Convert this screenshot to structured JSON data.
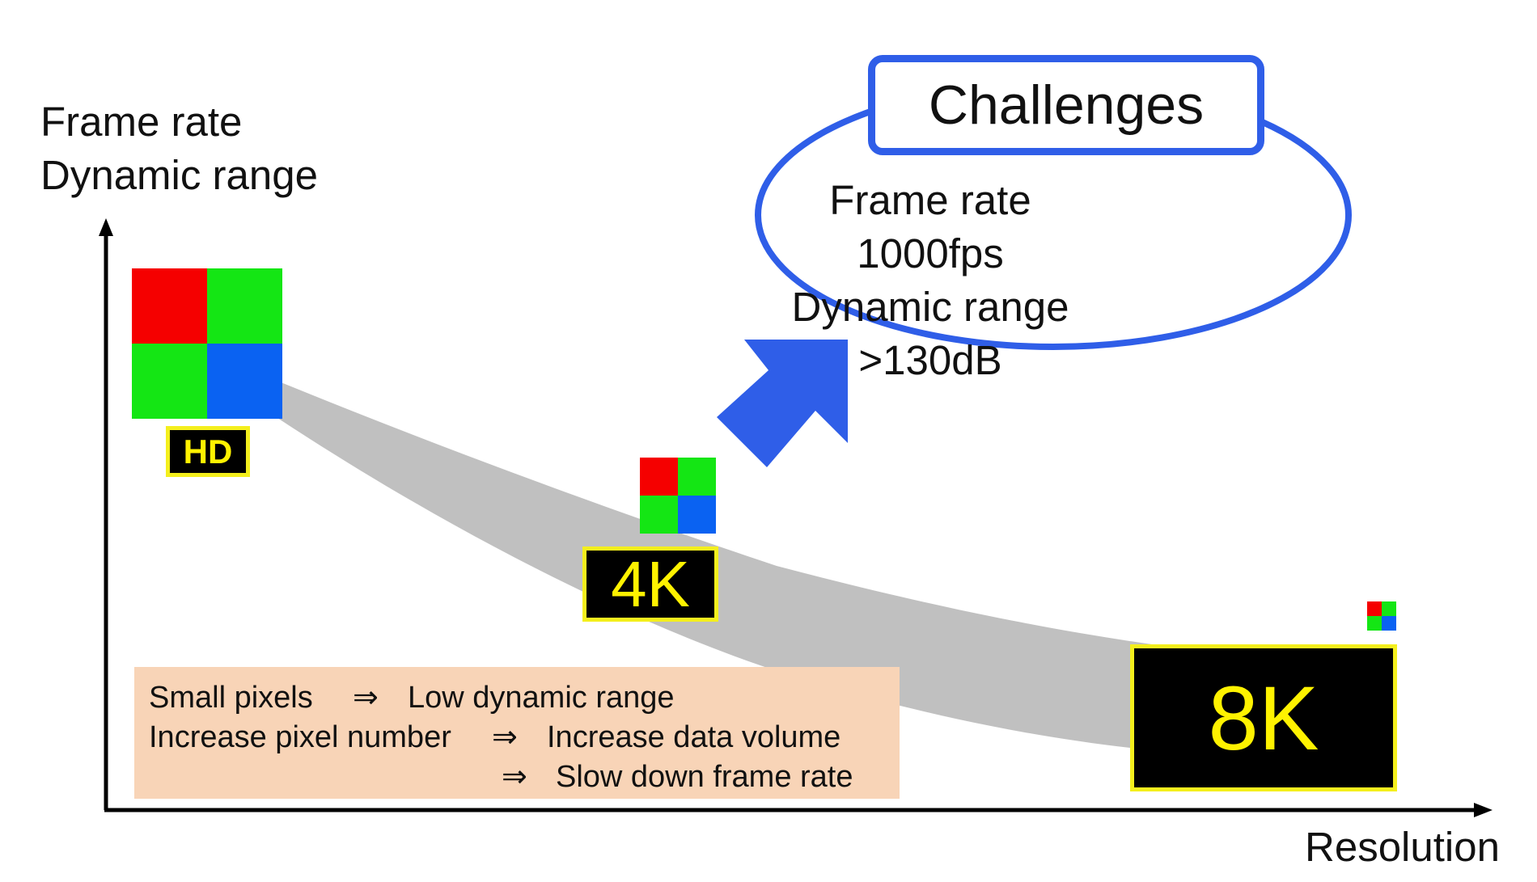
{
  "axes": {
    "y_label_line1": "Frame rate",
    "y_label_line2": "Dynamic range",
    "x_label": "Resolution"
  },
  "sensors": [
    {
      "label": "HD"
    },
    {
      "label": "4K"
    },
    {
      "label": "8K"
    }
  ],
  "pixel_colors": {
    "red": "#f50000",
    "green": "#14e614",
    "blue": "#0a62f2"
  },
  "trend_band_color": "#c0c0c0",
  "accent_color": "#2f5ee8",
  "badge_text_color": "#fff200",
  "note": {
    "line1_left": "Small pixels",
    "line1_right": "Low dynamic range",
    "line2_left": "Increase pixel number",
    "line2_right": "Increase data volume",
    "line3_right": "Slow down frame rate",
    "arrow": "⇒"
  },
  "challenges": {
    "title": "Challenges",
    "line1": "Frame rate 1000fps",
    "line2": "Dynamic range",
    "line3": ">130dB"
  }
}
